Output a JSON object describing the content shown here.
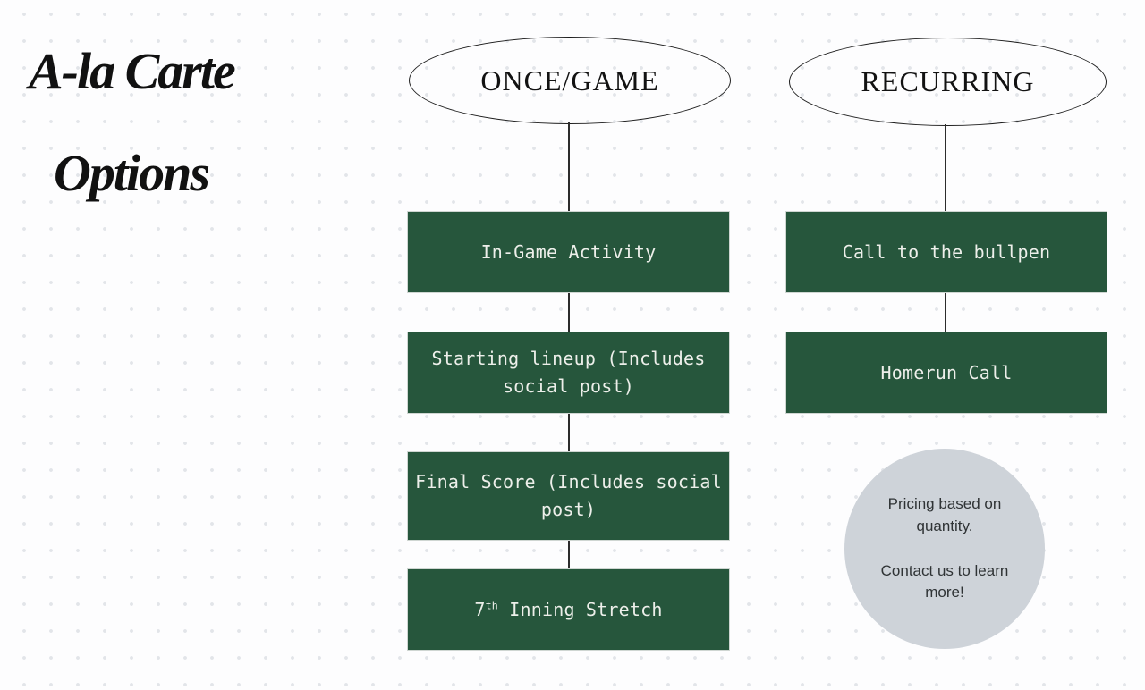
{
  "title": {
    "line1": "A-la Carte",
    "line2": "Options"
  },
  "columns": [
    {
      "header": "ONCE/GAME",
      "items": [
        {
          "label": "In-Game Activity"
        },
        {
          "label": "Starting lineup (Includes social post)"
        },
        {
          "label": "Final Score (Includes social post)"
        },
        {
          "prefix": "7",
          "ordinal": "th",
          "suffix": " Inning Stretch"
        }
      ]
    },
    {
      "header": "RECURRING",
      "items": [
        {
          "label": "Call to the bullpen"
        },
        {
          "label": "Homerun Call"
        }
      ]
    }
  ],
  "note": {
    "line1": "Pricing based on quantity.",
    "line2": "Contact us to learn more!"
  },
  "colors": {
    "box_green": "#26563C",
    "box_text": "#EDEFEA",
    "note_bg": "#CED3D9",
    "note_text": "#2F3335",
    "connector": "#2C2C2C",
    "ellipse_outline": "#1E1E1E",
    "dot_grid": "#E2E5E9",
    "title_text": "#111111"
  }
}
